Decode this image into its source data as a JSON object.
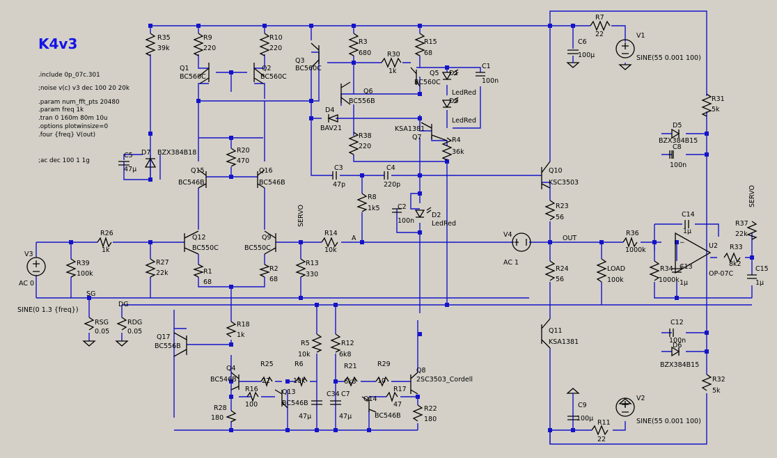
{
  "title": "K4v3",
  "directives": [
    ".include 0p_07c.301",
    ";noise v(c) v3 dec 100 20 20k",
    ".param num_fft_pts 20480",
    ".param freq  1k",
    ".tran 0 160m 80m 10u",
    ".options plotwinsize=0",
    ".four {freq} V(out)",
    ";ac dec 100 1 1g"
  ],
  "components": {
    "R35": [
      "R35",
      "39k"
    ],
    "R9": [
      "R9",
      "220"
    ],
    "R10": [
      "R10",
      "220"
    ],
    "R3": [
      "R3",
      "680"
    ],
    "R15": [
      "R15",
      "68"
    ],
    "R7": [
      "R7",
      "22"
    ],
    "Q1": [
      "Q1",
      "BC560C"
    ],
    "Q2": [
      "Q2",
      "BC560C"
    ],
    "Q3": [
      "Q3",
      "BC560C"
    ],
    "R30": [
      "R30",
      "1k"
    ],
    "Q5": [
      "Q5",
      "BC560C"
    ],
    "D1": [
      "D1",
      "LedRed"
    ],
    "C1": [
      "C1",
      "100n"
    ],
    "C6": [
      "C6",
      "100µ"
    ],
    "V1": [
      "V1",
      "SINE(55 0.001 100)"
    ],
    "Q6": [
      "Q6",
      "BC556B"
    ],
    "D3": [
      "D3",
      "LedRed"
    ],
    "D4": [
      "D4",
      "BAV21"
    ],
    "R31": [
      "R31",
      "5k"
    ],
    "Q7": [
      "Q7",
      "KSA1381"
    ],
    "R38": [
      "R38",
      "220"
    ],
    "R4": [
      "R4",
      "36k"
    ],
    "D5": [
      "D5",
      "BZX384B15"
    ],
    "C8": [
      "C8",
      "100n"
    ],
    "C5": [
      "C5",
      "47µ"
    ],
    "D7": [
      "D7",
      "BZX384B18"
    ],
    "R20": [
      "R20",
      "470"
    ],
    "Q15": [
      "Q15",
      "BC546B"
    ],
    "Q16": [
      "Q16",
      "BC546B"
    ],
    "C3": [
      "C3",
      "47p"
    ],
    "C4": [
      "C4",
      "220p"
    ],
    "Q10": [
      "Q10",
      "KSC3503"
    ],
    "R8": [
      "R8",
      "1k5"
    ],
    "C2": [
      "C2",
      "100n"
    ],
    "D2": [
      "D2",
      "LedRed"
    ],
    "R23": [
      "R23",
      "56"
    ],
    "C14": [
      "C14",
      "1µ"
    ],
    "R37": [
      "R37",
      "22k"
    ],
    "V3": [
      "V3",
      "AC 0"
    ],
    "R26": [
      "R26",
      "1k"
    ],
    "R39": [
      "R39",
      "100k"
    ],
    "R27": [
      "R27",
      "22k"
    ],
    "Q12": [
      "Q12",
      "BC550C"
    ],
    "Q9": [
      "Q9",
      "BC550C"
    ],
    "R13": [
      "R13",
      "330"
    ],
    "R14": [
      "R14",
      "10k"
    ],
    "V4": [
      "V4",
      "AC 1"
    ],
    "R36": [
      "R36",
      "1000k"
    ],
    "U2": [
      "U2",
      "OP-07C"
    ],
    "R33": [
      "R33",
      "8k2"
    ],
    "R1": [
      "R1",
      "68"
    ],
    "R2": [
      "R2",
      "68"
    ],
    "R24": [
      "R24",
      "56"
    ],
    "LOAD": [
      "LOAD",
      "100k"
    ],
    "R34": [
      "R34",
      "1000k"
    ],
    "C13": [
      "C13",
      "1µ"
    ],
    "C15": [
      "C15",
      "1µ"
    ],
    "RSG": [
      "RSG",
      "0.05"
    ],
    "RDG": [
      "RDG",
      "0.05"
    ],
    "R18": [
      "R18",
      "1k"
    ],
    "Q17": [
      "Q17",
      "BC556B"
    ],
    "R5": [
      "R5",
      "10k"
    ],
    "R12": [
      "R12",
      "6k8"
    ],
    "Q11": [
      "Q11",
      "KSA1381"
    ],
    "C12": [
      "C12",
      "100n"
    ],
    "D6": [
      "D6",
      "BZX384B15"
    ],
    "Q4": [
      "Q4",
      "BC546B"
    ],
    "R25": [
      "R25",
      "22"
    ],
    "R6": [
      "R6",
      "10k"
    ],
    "R21": [
      "R21",
      "6k8"
    ],
    "R29": [
      "R29",
      "10"
    ],
    "Q8": [
      "Q8",
      "2SC3503_Cordell"
    ],
    "R16": [
      "R16",
      "100"
    ],
    "Q13": [
      "Q13",
      "BC546B"
    ],
    "C34": [
      "C34",
      "47µ"
    ],
    "C7": [
      "C7",
      "47µ"
    ],
    "Q14": [
      "Q14",
      "BC546B"
    ],
    "R17": [
      "R17",
      "47"
    ],
    "R22": [
      "R22",
      "180"
    ],
    "R28": [
      "R28",
      "180"
    ],
    "C9": [
      "C9",
      "100µ"
    ],
    "R11": [
      "R11",
      "22"
    ],
    "V2": [
      "V2",
      "SINE(55 0.001 100)"
    ],
    "R32": [
      "R32",
      "5k"
    ]
  },
  "nets": {
    "servo": "SERVO",
    "a": "A",
    "out": "OUT",
    "sg": "SG",
    "dg": "DG",
    "servo_right": "SERVO",
    "v3_sine": "SINE(0 1.3 {freq})"
  },
  "colors": {
    "wire": "#1414c8",
    "background": "#d4d0c8",
    "title": "#1414e6"
  }
}
